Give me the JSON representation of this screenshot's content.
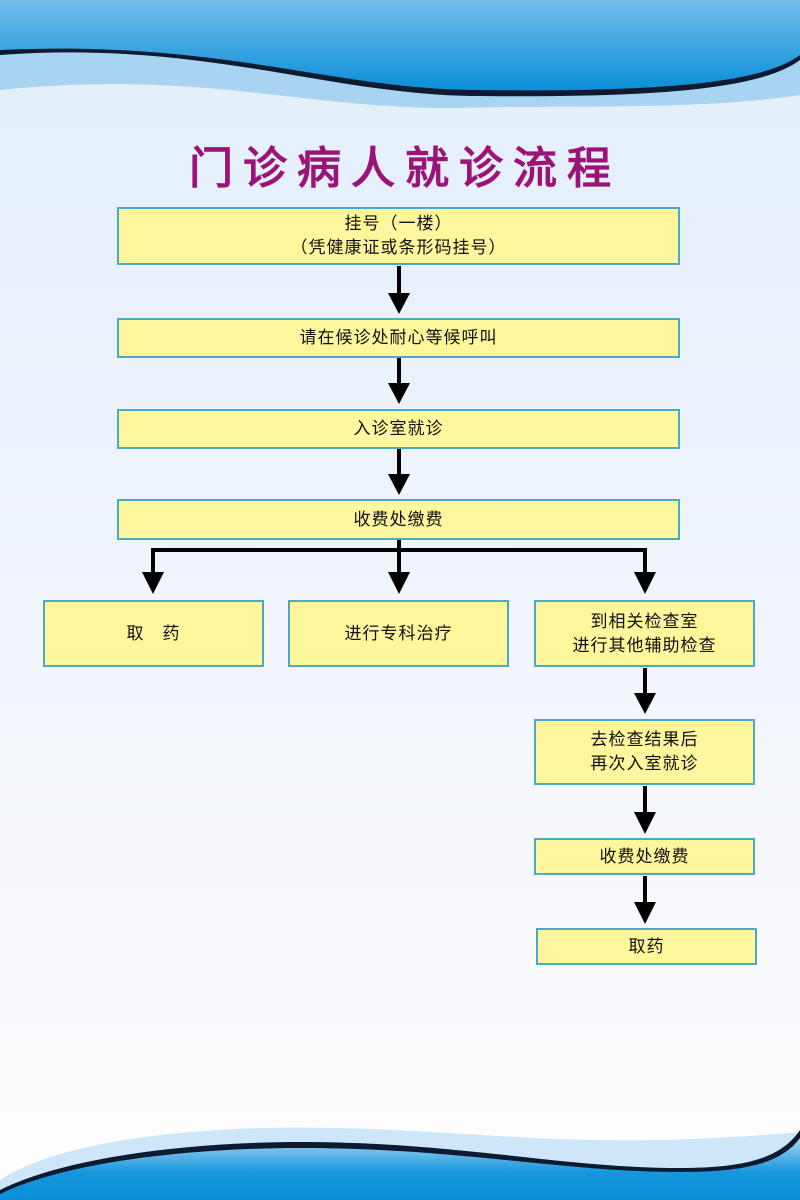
{
  "title": "门诊病人就诊流程",
  "colors": {
    "title": "#9c1377",
    "box_fill": "#fdf69c",
    "box_border": "#4aaac3",
    "arrow": "#000000",
    "wave_blue": "#0a8fd8"
  },
  "steps": {
    "register": {
      "line1": "挂号（一楼）",
      "line2": "（凭健康证或条形码挂号）"
    },
    "wait": {
      "line1": "请在候诊处耐心等候呼叫"
    },
    "consult": {
      "line1": "入诊室就诊"
    },
    "pay": {
      "line1": "收费处缴费"
    },
    "pickup_medicine": {
      "line1": "取　药"
    },
    "specialist_treatment": {
      "line1": "进行专科治疗"
    },
    "auxiliary_exam": {
      "line1": "到相关检查室",
      "line2": "进行其他辅助检查"
    },
    "revisit": {
      "line1": "去检查结果后",
      "line2": "再次入室就诊"
    },
    "pay_again": {
      "line1": "收费处缴费"
    },
    "pickup_medicine_final": {
      "line1": "取药"
    }
  }
}
